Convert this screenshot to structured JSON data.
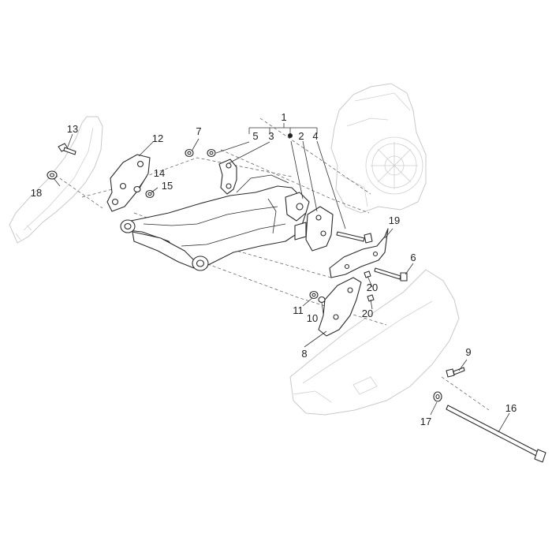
{
  "callouts": {
    "c1": "1",
    "c2": "2",
    "c3": "3",
    "c4": "4",
    "c5": "5",
    "c6": "6",
    "c7": "7",
    "c8": "8",
    "c9": "9",
    "c10": "10",
    "c11": "11",
    "c12": "12",
    "c13": "13",
    "c14": "14",
    "c15": "15",
    "c16": "16",
    "c17": "17",
    "c18": "18",
    "c19": "19",
    "c20a": "20",
    "c20b": "20"
  },
  "colors": {
    "part_stroke": "#2a2a2a",
    "ghost_stroke": "#c9c9c9",
    "background": "#ffffff"
  }
}
